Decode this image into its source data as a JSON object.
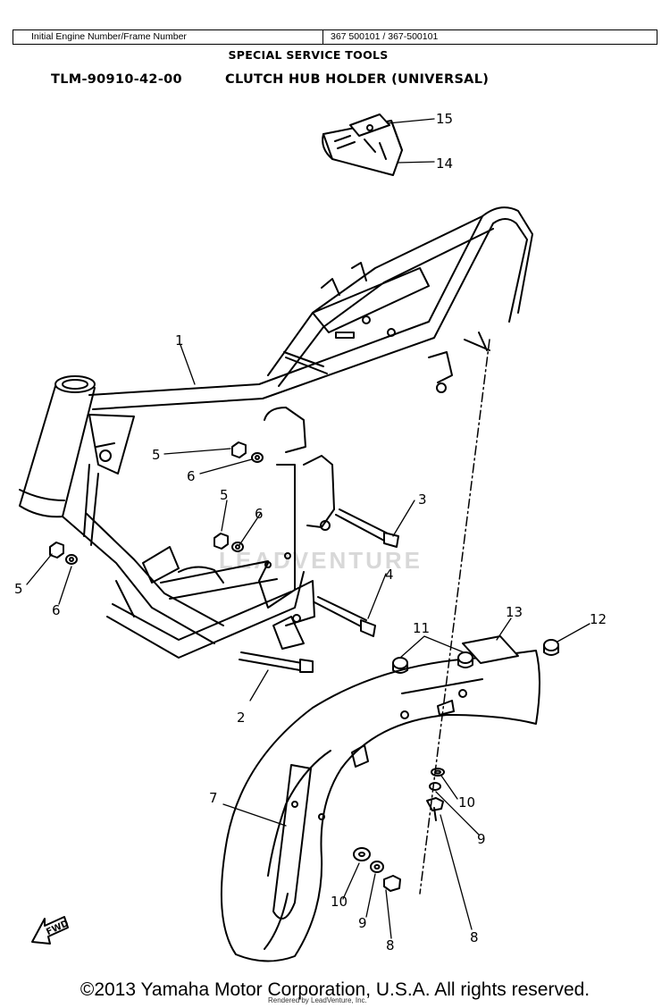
{
  "header": {
    "label": "Initial Engine Number/Frame Number",
    "value": "367 500101 / 367-500101"
  },
  "service_tools": {
    "title": "SPECIAL SERVICE TOOLS",
    "tool_number": "TLM-90910-42-00",
    "tool_name": "CLUTCH HUB HOLDER (UNIVERSAL)"
  },
  "callouts": {
    "c1": "1",
    "c2": "2",
    "c3": "3",
    "c4": "4",
    "c5a": "5",
    "c5b": "5",
    "c5c": "5",
    "c6a": "6",
    "c6b": "6",
    "c6c": "6",
    "c7": "7",
    "c8a": "8",
    "c8b": "8",
    "c9a": "9",
    "c9b": "9",
    "c10a": "10",
    "c10b": "10",
    "c11": "11",
    "c12": "12",
    "c13": "13",
    "c14": "14",
    "c15": "15"
  },
  "fwd_marker": "FWD",
  "watermark": "LEADVENTURE",
  "footer": {
    "copyright": "©2013 Yamaha Motor Corporation, U.S.A. All rights reserved.",
    "render_credit": "Rendered by LeadVenture, Inc."
  }
}
